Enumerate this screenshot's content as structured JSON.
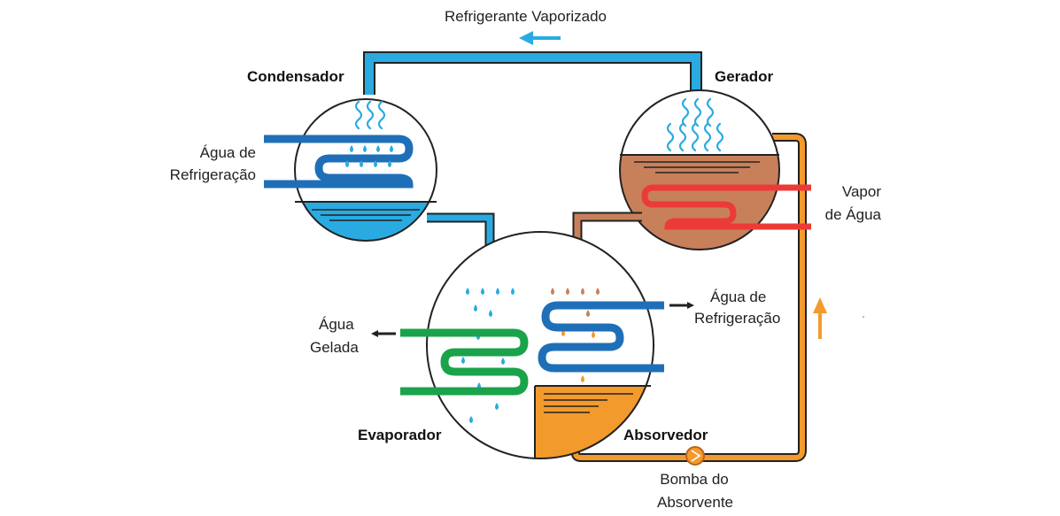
{
  "labels": {
    "top_flow": "Refrigerante Vaporizado",
    "condenser": "Condensador",
    "generator": "Gerador",
    "evaporator": "Evaporador",
    "absorber": "Absorvedor",
    "cooling_water_left_1": "Água de",
    "cooling_water_left_2": "Refrigeração",
    "steam_1": "Vapor",
    "steam_2": "de Água",
    "cooling_water_right_1": "Água de",
    "cooling_water_right_2": "Refrigeração",
    "chilled_water_1": "Água",
    "chilled_water_2": "Gelada",
    "pump_1": "Bomba do",
    "pump_2": "Absorvente"
  },
  "colors": {
    "refrigerant_blue": "#29abe2",
    "coil_blue": "#1f6fb8",
    "absorbent_brown": "#c8805b",
    "absorbent_orange": "#f39a2c",
    "steam_red": "#ec3b36",
    "chilled_green": "#1aa34a",
    "outline": "#222222"
  }
}
